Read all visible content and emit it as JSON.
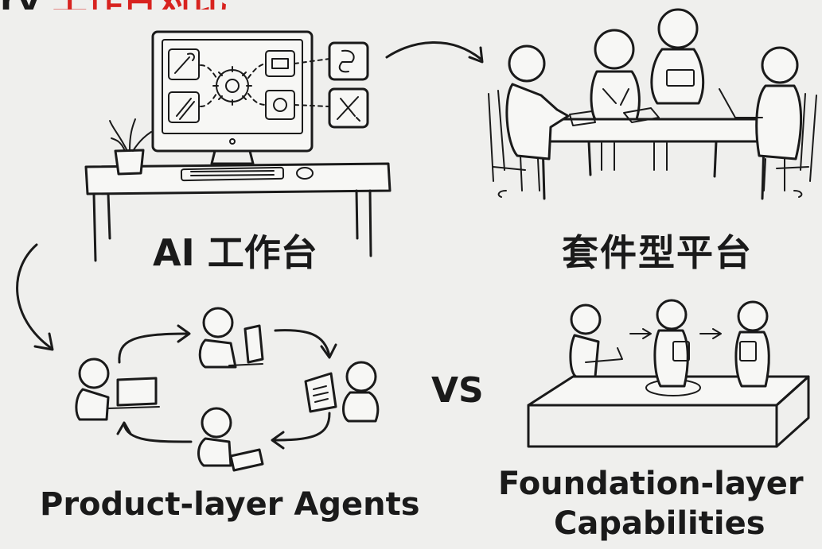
{
  "title": {
    "prefix": "ry",
    "highlight": "工作台对比",
    "highlight_color": "#d8231f"
  },
  "quadrants": {
    "ai_workbench": {
      "label": "AI 工作台"
    },
    "suite_platform": {
      "label": "套件型平台"
    },
    "product_agents": {
      "label": "Product-layer Agents"
    },
    "foundation": {
      "label_line1": "Foundation-layer",
      "label_line2": "Capabilities"
    }
  },
  "versus": {
    "label": "VS"
  },
  "colors": {
    "ink": "#1a1a1a",
    "background": "#efefed",
    "accent": "#d8231f"
  }
}
